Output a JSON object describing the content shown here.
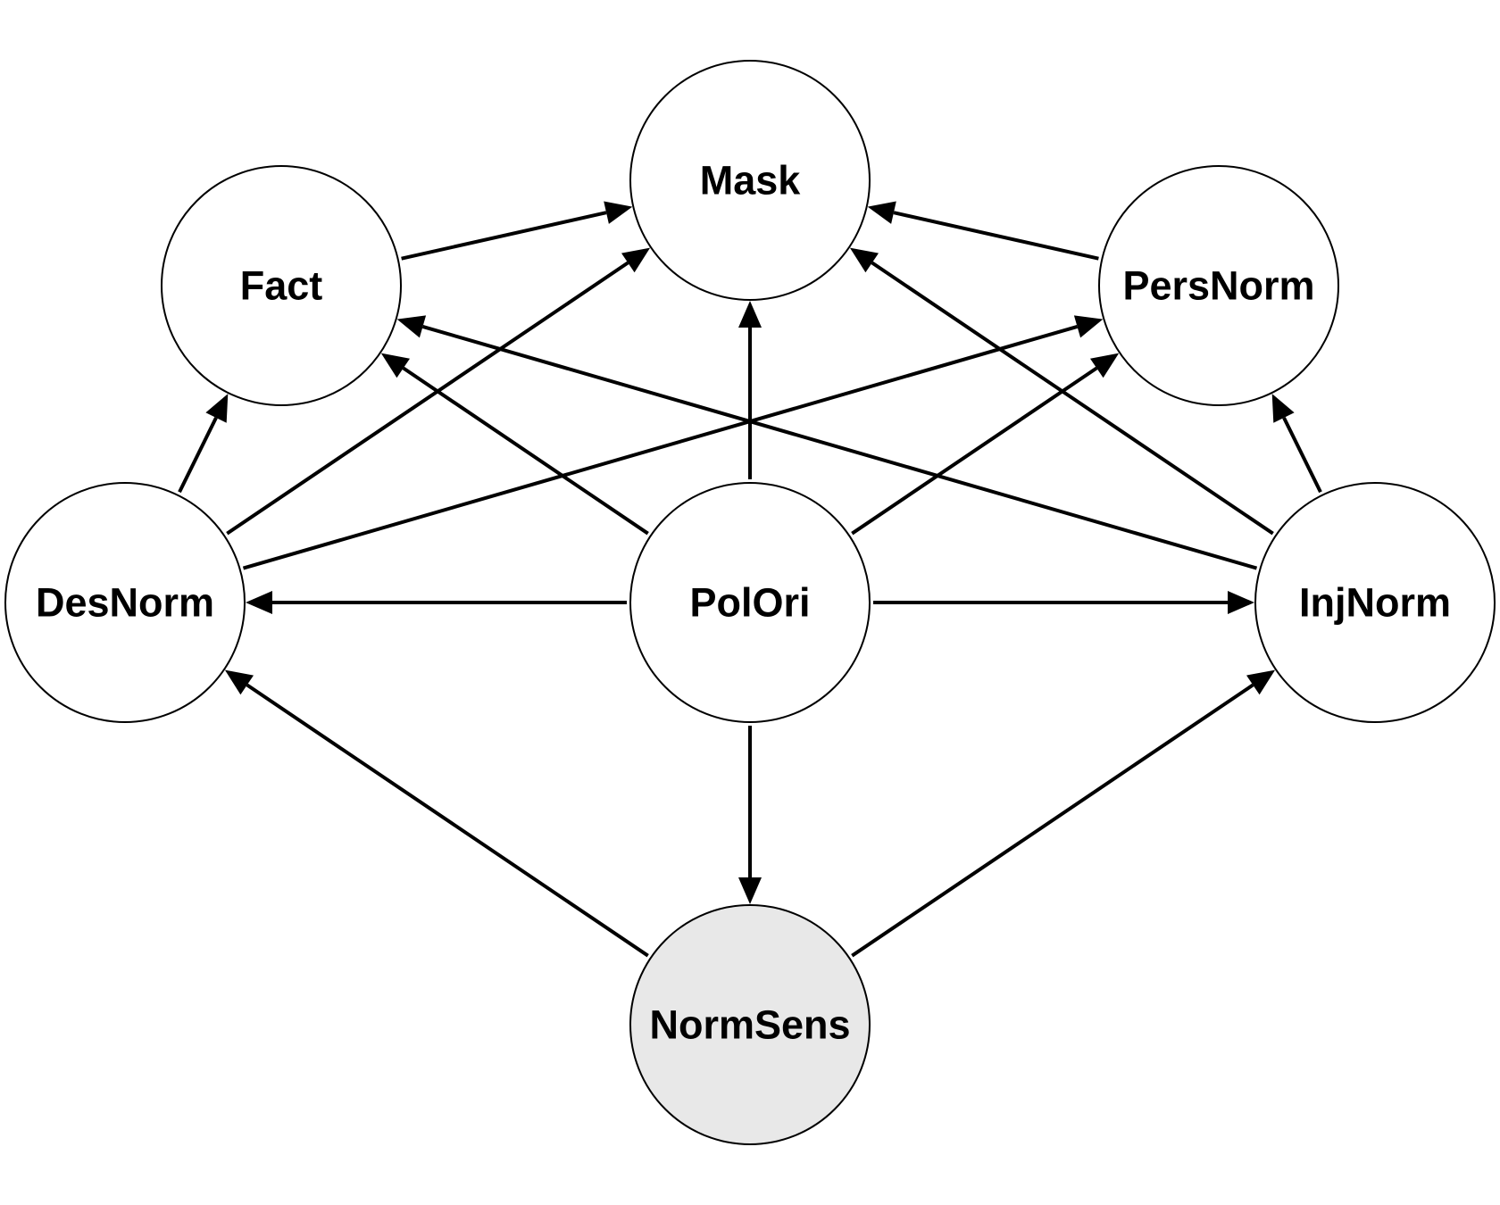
{
  "colors": {
    "node_fill": "#ffffff",
    "highlight_fill": "#e8e8e8",
    "stroke": "#000000",
    "text": "#000000"
  },
  "nodes": [
    {
      "id": "mask",
      "label": "Mask",
      "highlight": false
    },
    {
      "id": "fact",
      "label": "Fact",
      "highlight": false
    },
    {
      "id": "persnorm",
      "label": "PersNorm",
      "highlight": false
    },
    {
      "id": "desnorm",
      "label": "DesNorm",
      "highlight": false
    },
    {
      "id": "polori",
      "label": "PolOri",
      "highlight": false
    },
    {
      "id": "injnorm",
      "label": "InjNorm",
      "highlight": false
    },
    {
      "id": "normsens",
      "label": "NormSens",
      "highlight": true
    }
  ],
  "edges": [
    {
      "from": "fact",
      "to": "mask"
    },
    {
      "from": "persnorm",
      "to": "mask"
    },
    {
      "from": "polori",
      "to": "mask"
    },
    {
      "from": "desnorm",
      "to": "mask"
    },
    {
      "from": "injnorm",
      "to": "mask"
    },
    {
      "from": "desnorm",
      "to": "fact"
    },
    {
      "from": "polori",
      "to": "fact"
    },
    {
      "from": "injnorm",
      "to": "fact"
    },
    {
      "from": "injnorm",
      "to": "persnorm"
    },
    {
      "from": "polori",
      "to": "persnorm"
    },
    {
      "from": "desnorm",
      "to": "persnorm"
    },
    {
      "from": "polori",
      "to": "desnorm"
    },
    {
      "from": "polori",
      "to": "injnorm"
    },
    {
      "from": "polori",
      "to": "normsens"
    },
    {
      "from": "normsens",
      "to": "desnorm"
    },
    {
      "from": "normsens",
      "to": "injnorm"
    }
  ]
}
